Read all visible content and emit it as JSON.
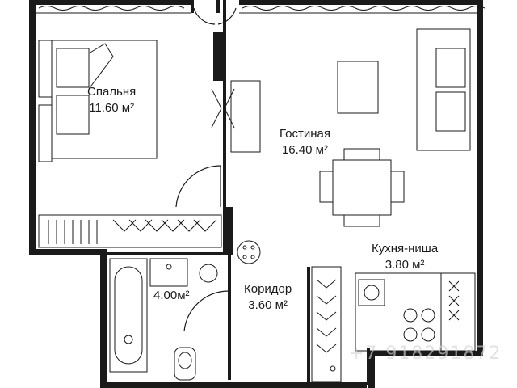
{
  "plan": {
    "rooms": [
      {
        "id": "bedroom",
        "name": "Спальня",
        "area": "11.60 м²"
      },
      {
        "id": "living",
        "name": "Гостиная",
        "area": "16.40 м²"
      },
      {
        "id": "kitchen",
        "name": "Кухня-ниша",
        "area": "3.80 м²"
      },
      {
        "id": "corridor",
        "name": "Коридор",
        "area": "3.60 м²"
      },
      {
        "id": "bathroom",
        "name": "",
        "area": "4.00м²"
      }
    ],
    "watermark": "+7 918291872"
  },
  "colors": {
    "wall": "#1a1a1a",
    "line": "#1a1a1a",
    "window": "#1a1a1a",
    "background": "#ffffff"
  }
}
